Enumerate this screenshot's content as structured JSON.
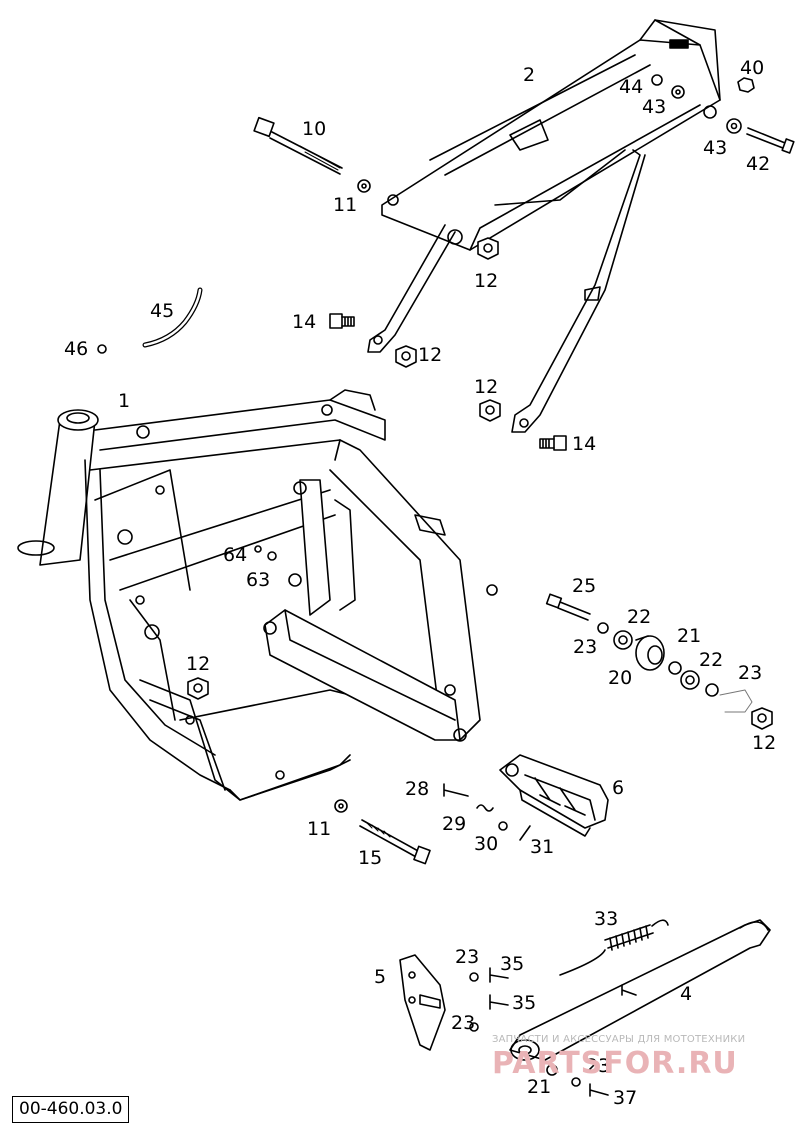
{
  "part_number": "00-460.03.0",
  "watermark": {
    "line1": "ЗАПЧАСТИ И АКСЕССУАРЫ ДЛЯ МОТОТЕХНИКИ",
    "brand": "PARTSFOR.RU",
    "brand_color": "#e9b3b6"
  },
  "callouts": {
    "c1": "1",
    "c2": "2",
    "c4": "4",
    "c5": "5",
    "c6": "6",
    "c10": "10",
    "c11a": "11",
    "c11b": "11",
    "c12a": "12",
    "c12b": "12",
    "c12c": "12",
    "c12d": "12",
    "c12e": "12",
    "c14a": "14",
    "c14b": "14",
    "c15": "15",
    "c20": "20",
    "c21a": "21",
    "c21b": "21",
    "c22a": "22",
    "c22b": "22",
    "c23a": "23",
    "c23b": "23",
    "c23c": "23",
    "c23d": "23",
    "c23e": "23",
    "c25": "25",
    "c28": "28",
    "c29": "29",
    "c30": "30",
    "c31": "31",
    "c33": "33",
    "c35a": "35",
    "c35b": "35",
    "c37": "37",
    "c40": "40",
    "c42": "42",
    "c43a": "43",
    "c43b": "43",
    "c44": "44",
    "c45": "45",
    "c46": "46",
    "c63": "63",
    "c64": "64"
  }
}
